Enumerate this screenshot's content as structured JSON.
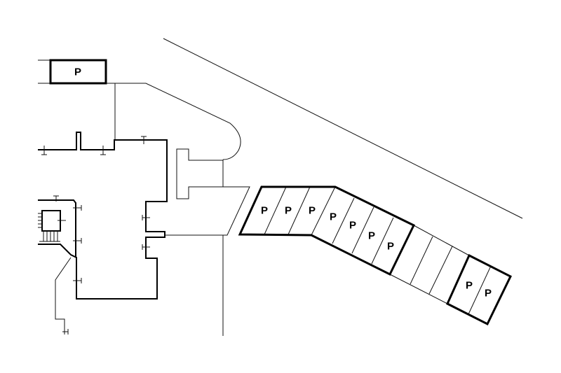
{
  "plan": {
    "parking_label": "P",
    "top_lot": {
      "label": "P"
    },
    "angled_row_a": {
      "labels": [
        "P",
        "P",
        "P",
        "P",
        "P",
        "P",
        "P"
      ]
    },
    "angled_row_b": {
      "labels": [
        "P",
        "P"
      ]
    },
    "unmarked_stalls": 3
  },
  "colors": {
    "line": "#000000",
    "background": "#ffffff"
  }
}
